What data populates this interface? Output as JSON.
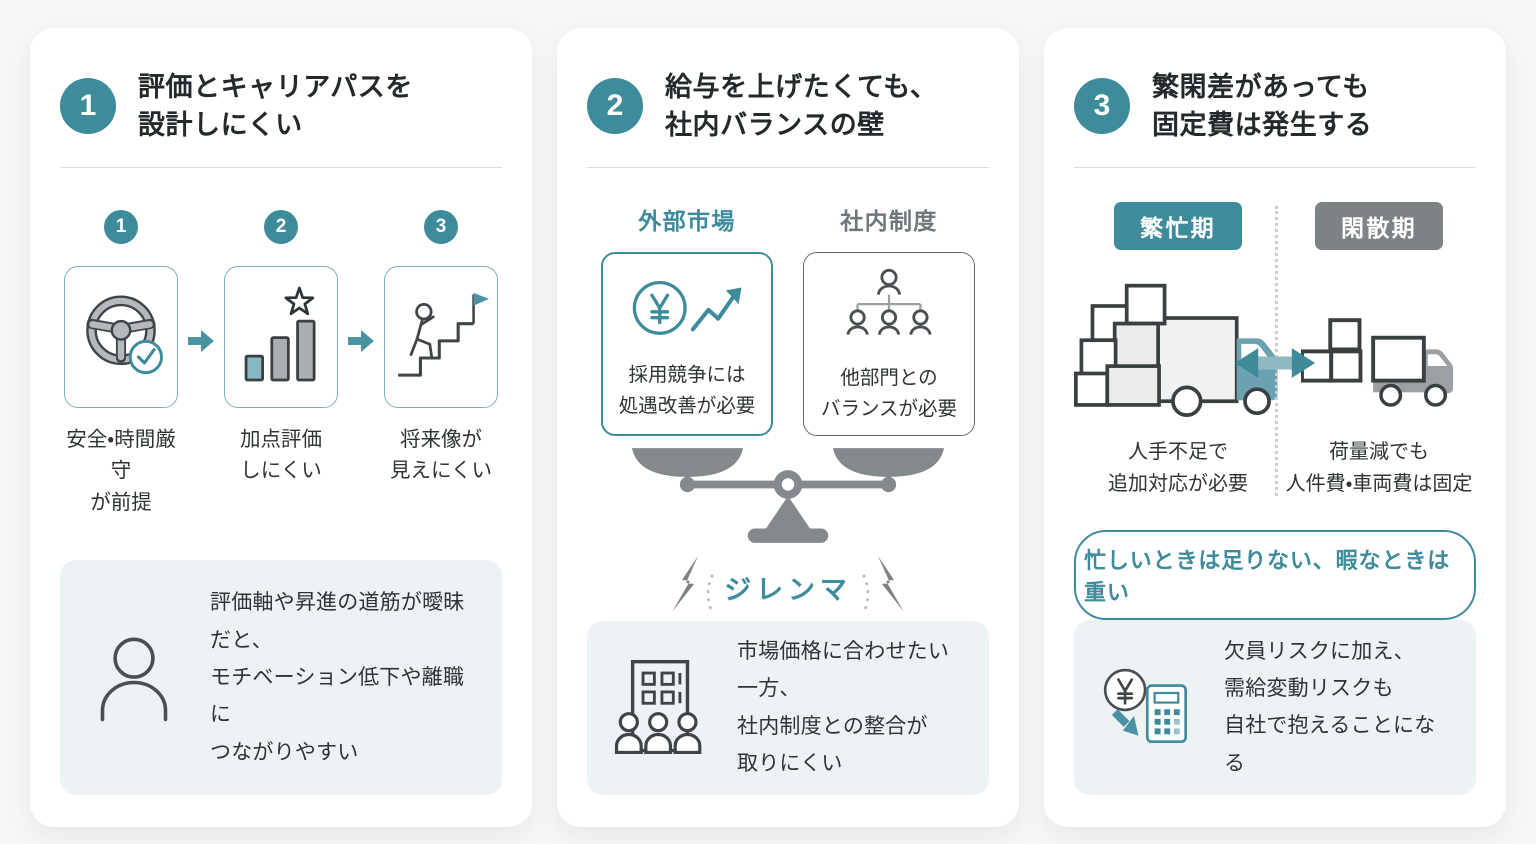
{
  "colors": {
    "teal": "#3d8b9b",
    "teal_soft": "#86b7c2",
    "teal_border": "#7fb0bf",
    "teal_arrow": "#4b93a3",
    "gray": "#7d8285",
    "icon_gray": "#a9aeb1",
    "dark": "#3a3f42",
    "text": "#24292b",
    "body_text": "#2e3436",
    "muted": "#6e777b",
    "note_bg": "#edf2f4",
    "page_bg": "#f4f6f7"
  },
  "cards": [
    {
      "number": "1",
      "title_lines": [
        "評価とキャリアパスを",
        "設計しにくい"
      ],
      "steps": [
        {
          "num": "1",
          "icon": "steering-wheel-check-icon",
          "label_lines": [
            "安全・時間厳守",
            "が前提"
          ]
        },
        {
          "num": "2",
          "icon": "bar-chart-star-icon",
          "label_lines": [
            "加点評価",
            "しにくい"
          ]
        },
        {
          "num": "3",
          "icon": "stairs-goal-flag-icon",
          "label_lines": [
            "将来像が",
            "見えにくい"
          ]
        }
      ],
      "note": {
        "icon": "person-icon",
        "lines": [
          "評価軸や昇進の道筋が曖昧だと、",
          "モチベーション低下や離職に",
          "つながりやすい"
        ]
      }
    },
    {
      "number": "2",
      "title_lines": [
        "給与を上げたくても、",
        "社内バランスの壁"
      ],
      "balance": {
        "left": {
          "label": "外部市場",
          "icon": "yen-rise-icon",
          "lines": [
            "採用競争には",
            "処遇改善が必要"
          ]
        },
        "right": {
          "label": "社内制度",
          "icon": "org-chart-icon",
          "lines": [
            "他部門との",
            "バランスが必要"
          ]
        },
        "dilemma_label": "ジレンマ"
      },
      "note": {
        "icon": "company-people-icon",
        "lines": [
          "市場価格に合わせたい一方、",
          "社内制度との整合が",
          "取りにくい"
        ]
      }
    },
    {
      "number": "3",
      "title_lines": [
        "繁閑差があっても",
        "固定費は発生する"
      ],
      "compare": {
        "left": {
          "badge": "繁忙期",
          "icon": "loaded-truck-icon",
          "lines": [
            "人手不足で",
            "追加対応が必要"
          ]
        },
        "right": {
          "badge": "閑散期",
          "icon": "light-truck-icon",
          "lines": [
            "荷量減でも",
            "人件費・車両費は固定"
          ]
        }
      },
      "pill_label": "忙しいときは足りない、暇なときは重い",
      "note": {
        "icon": "yen-calculator-icon",
        "lines": [
          "欠員リスクに加え、",
          "需給変動リスクも",
          "自社で抱えることになる"
        ]
      }
    }
  ]
}
